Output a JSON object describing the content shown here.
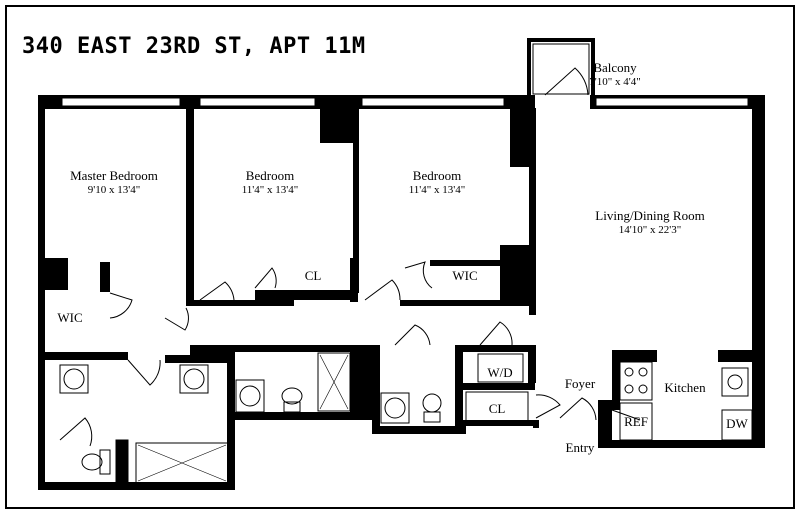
{
  "title": "340 EAST 23RD ST, APT 11M",
  "rooms": {
    "master_bedroom": {
      "name": "Master Bedroom",
      "dims": "9'10 x 13'4\""
    },
    "bedroom_2": {
      "name": "Bedroom",
      "dims": "11'4\" x 13'4\""
    },
    "bedroom_3": {
      "name": "Bedroom",
      "dims": "11'4\" x 13'4\""
    },
    "living_dining": {
      "name": "Living/Dining Room",
      "dims": "14'10\" x 22'3\""
    },
    "balcony": {
      "name": "Balcony",
      "dims": "7'10\" x 4'4\""
    }
  },
  "labels": {
    "wic_master": "WIC",
    "cl_bedroom": "CL",
    "wic_bedroom": "WIC",
    "wd": "W/D",
    "cl_hall": "CL",
    "foyer": "Foyer",
    "kitchen": "Kitchen",
    "ref": "REF",
    "dw": "DW",
    "entry": "Entry"
  },
  "colors": {
    "wall": "#000000",
    "window": "#ffffff",
    "line": "#000000"
  }
}
